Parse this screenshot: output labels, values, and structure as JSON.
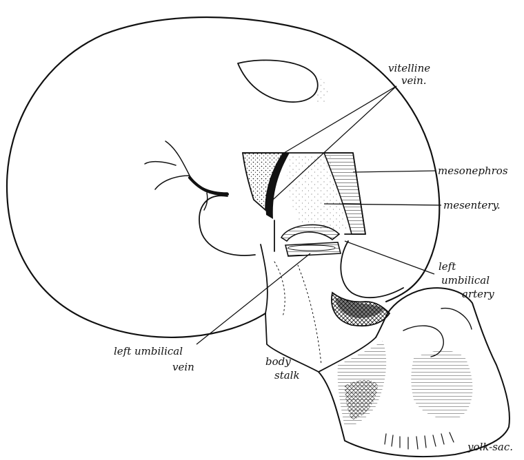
{
  "figure": {
    "labels": {
      "vitelline_vein_1": "vitelline",
      "vitelline_vein_2": "vein.",
      "mesonephros": "mesonephros",
      "mesentery": "mesentery.",
      "left_umbilical_artery_1": "left",
      "left_umbilical_artery_2": "umbilical",
      "left_umbilical_artery_3": "artery",
      "left_umbilical_vein_1": "left umbilical",
      "left_umbilical_vein_2": "vein",
      "body_stalk_1": "body",
      "body_stalk_2": "stalk",
      "yolk_sac": "yolk-sac."
    }
  }
}
